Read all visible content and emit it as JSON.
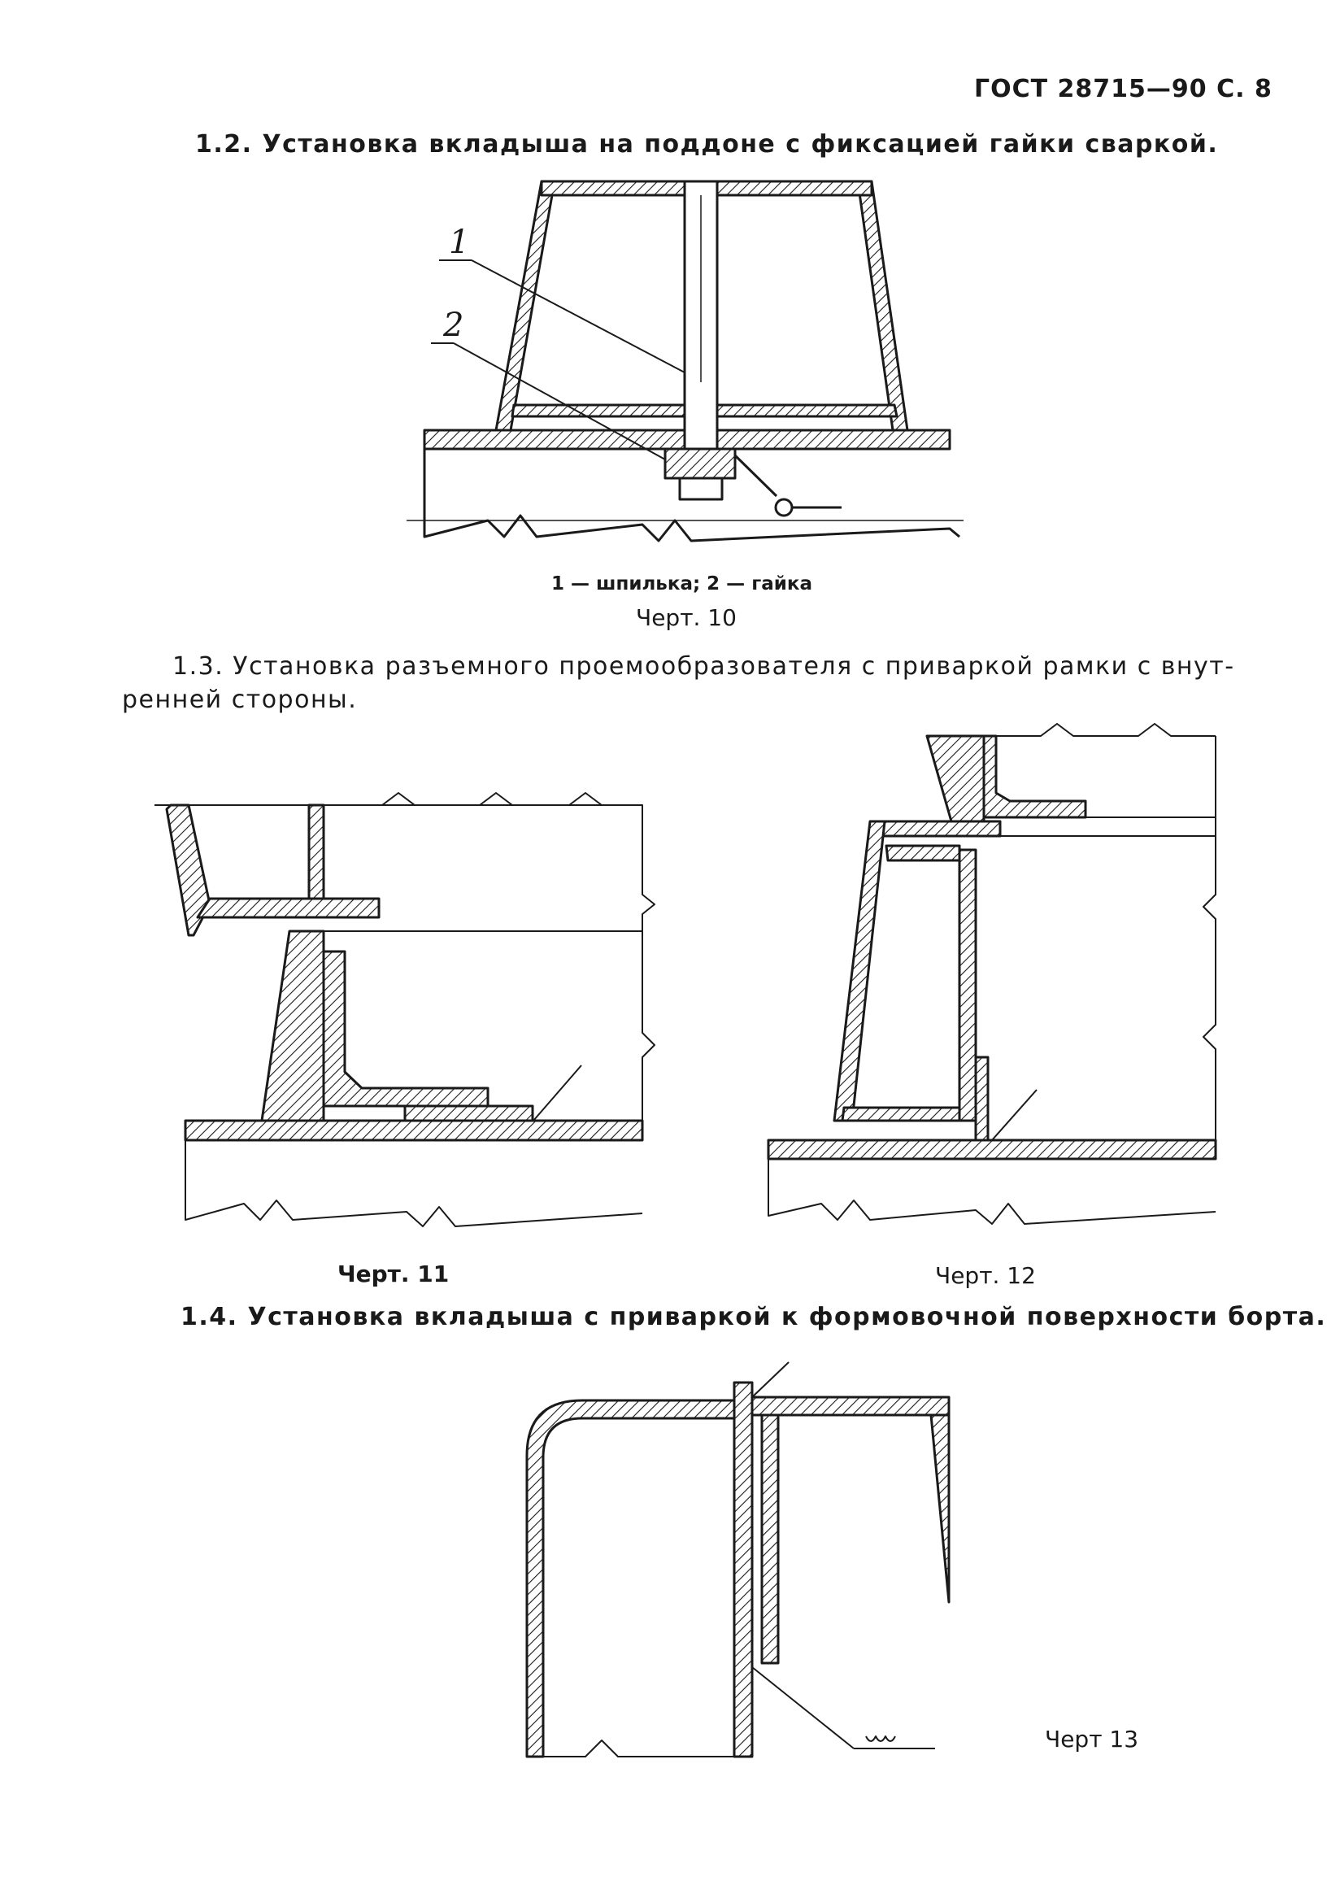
{
  "header": {
    "text": "ГОСТ 28715—90 С. 8"
  },
  "sections": {
    "s12": {
      "text": "1.2. Установка вкладыша на поддоне с фиксацией гайки сваркой."
    },
    "s13_line1": {
      "text": "1.3. Установка разъемного проемообразователя с приваркой рамки с внут-"
    },
    "s13_line2": {
      "text": "ренней стороны."
    },
    "s14": {
      "text": "1.4. Установка вкладыша с приваркой к формовочной поверхности борта."
    }
  },
  "figures": {
    "fig10": {
      "label1": "1",
      "label2": "2",
      "legend": "1 — шпилька; 2 — гайка",
      "caption": "Черт. 10"
    },
    "fig11": {
      "caption": "Черт. 11"
    },
    "fig12": {
      "caption": "Черт. 12"
    },
    "fig13": {
      "caption": "Черт 13"
    }
  }
}
